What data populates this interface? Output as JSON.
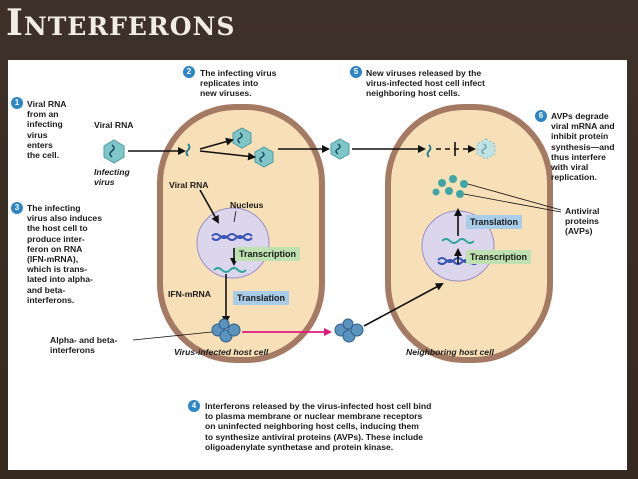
{
  "title": "Interferons",
  "steps": {
    "s1": {
      "num": "1",
      "text": "Viral RNA\nfrom an\ninfecting\nvirus\nenters\nthe cell."
    },
    "s2": {
      "num": "2",
      "text": "The infecting virus\nreplicates into\nnew viruses."
    },
    "s3": {
      "num": "3",
      "text": "The infecting\nvirus also induces\nthe host  cell to\nproduce inter-\nferon on RNA\n(IFN-mRNA),\nwhich is trans-\nlated into alpha-\nand beta-\ninterferons."
    },
    "s4": {
      "num": "4",
      "text": "Interferons released by the virus-infected host cell bind\nto plasma membrane or nuclear membrane receptors\non uninfected neighboring host cells, inducing them\nto synthesize antiviral proteins (AVPs). These include\noligoadenylate synthetase and protein kinase."
    },
    "s5": {
      "num": "5",
      "text": "New viruses released by the\nvirus-infected host cell infect\nneighboring host cells."
    },
    "s6": {
      "num": "6",
      "text": "AVPs degrade\nviral mRNA and\ninhibit protein\nsynthesis—and\nthus interfere\nwith viral\nreplication."
    }
  },
  "labels": {
    "viral_rna_outside": "Viral RNA",
    "infecting_virus": "Infecting\nvirus",
    "viral_rna_inside": "Viral RNA",
    "nucleus": "Nucleus",
    "transcription_left": "Transcription",
    "ifn_mrna": "IFN-mRNA",
    "translation_left": "Translation",
    "alpha_beta": "Alpha- and beta-\ninterferons",
    "infected_cell": "Virus-infected host cell",
    "neighboring_cell": "Neighboring host cell",
    "translation_right": "Translation",
    "transcription_right": "Transcription",
    "antiviral": "Antiviral\nproteins\n(AVPs)"
  },
  "colors": {
    "cell_fill": "#f7dfb8",
    "cell_border": "#a57a64",
    "nucleus_fill": "#dcd6ec",
    "virus": "#7ec6c8",
    "interferon": "#5b93bf",
    "avp": "#3fa6a5",
    "magenta_arrow": "#e0187c",
    "step_circle": "#2f86c6"
  }
}
